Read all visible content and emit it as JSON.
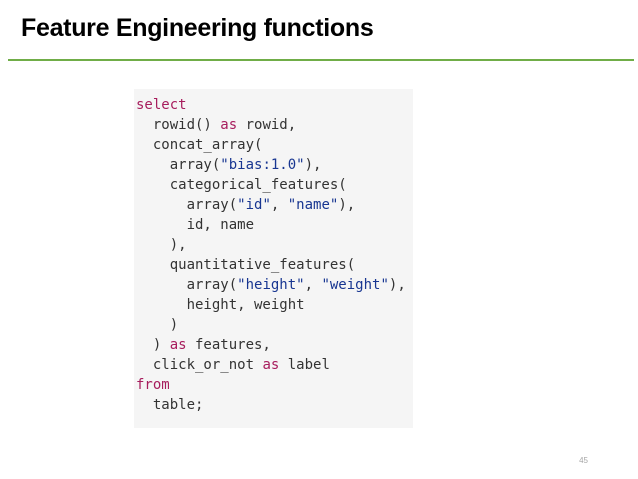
{
  "slide": {
    "title": "Feature Engineering functions",
    "page_number": "45"
  },
  "colors": {
    "title_rule": "#70ad47",
    "code_background": "#f5f5f5",
    "keyword": "#a71d5d",
    "string": "#183691",
    "plain": "#333333"
  },
  "code": {
    "lines": [
      [
        {
          "t": "select",
          "c": "kw"
        }
      ],
      [
        {
          "t": "  rowid() ",
          "c": ""
        },
        {
          "t": "as",
          "c": "kw"
        },
        {
          "t": " rowid,",
          "c": ""
        }
      ],
      [
        {
          "t": "  concat_array(",
          "c": ""
        }
      ],
      [
        {
          "t": "    array(",
          "c": ""
        },
        {
          "t": "\"bias:1.0\"",
          "c": "str"
        },
        {
          "t": "),",
          "c": ""
        }
      ],
      [
        {
          "t": "    categorical_features(",
          "c": ""
        }
      ],
      [
        {
          "t": "      array(",
          "c": ""
        },
        {
          "t": "\"id\"",
          "c": "str"
        },
        {
          "t": ", ",
          "c": ""
        },
        {
          "t": "\"name\"",
          "c": "str"
        },
        {
          "t": "),",
          "c": ""
        }
      ],
      [
        {
          "t": "      id, name",
          "c": ""
        }
      ],
      [
        {
          "t": "    ),",
          "c": ""
        }
      ],
      [
        {
          "t": "    quantitative_features(",
          "c": ""
        }
      ],
      [
        {
          "t": "      array(",
          "c": ""
        },
        {
          "t": "\"height\"",
          "c": "str"
        },
        {
          "t": ", ",
          "c": ""
        },
        {
          "t": "\"weight\"",
          "c": "str"
        },
        {
          "t": "),",
          "c": ""
        }
      ],
      [
        {
          "t": "      height, weight",
          "c": ""
        }
      ],
      [
        {
          "t": "    )",
          "c": ""
        }
      ],
      [
        {
          "t": "  ) ",
          "c": ""
        },
        {
          "t": "as",
          "c": "kw"
        },
        {
          "t": " features,",
          "c": ""
        }
      ],
      [
        {
          "t": "  click_or_not ",
          "c": ""
        },
        {
          "t": "as",
          "c": "kw"
        },
        {
          "t": " label",
          "c": ""
        }
      ],
      [
        {
          "t": "from",
          "c": "kw"
        }
      ],
      [
        {
          "t": "  table;",
          "c": ""
        }
      ]
    ]
  }
}
